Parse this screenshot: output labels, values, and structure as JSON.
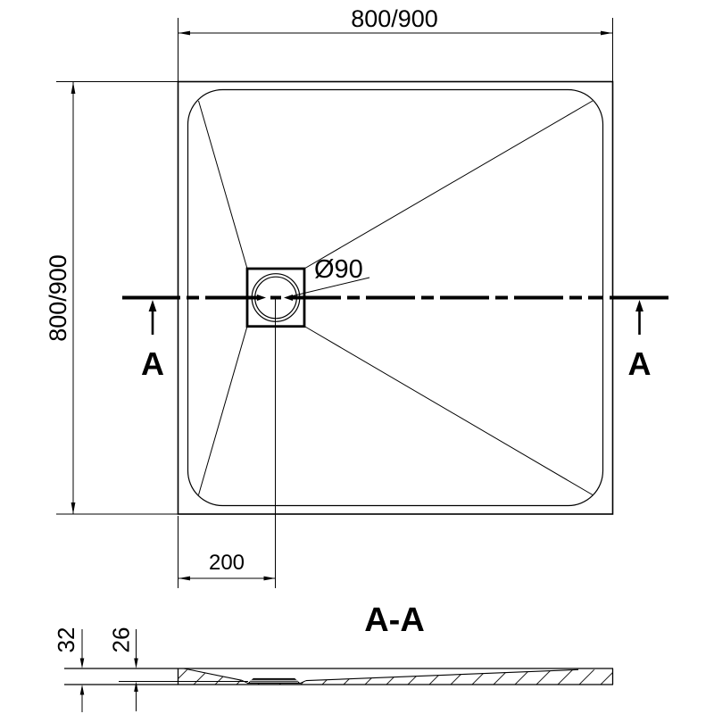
{
  "labels": {
    "top_width": "800/900",
    "side_height": "800/900",
    "drain_diameter": "Ø90",
    "drain_offset": "200",
    "section_marker_left": "A",
    "section_marker_right": "A",
    "section_title": "A-A",
    "section_total_height": "32",
    "section_inner_height": "26"
  },
  "colors": {
    "line": "#000000",
    "background": "#ffffff",
    "drain_cover_fill": "#111111"
  }
}
